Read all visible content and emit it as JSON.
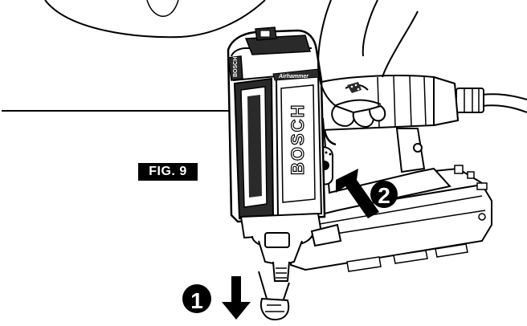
{
  "figure": {
    "label": "FIG. 9"
  },
  "tool": {
    "brand_body": "BOSCH",
    "brand_cap": "BOSCH",
    "model": "Airhammer"
  },
  "steps": [
    {
      "number": "1"
    },
    {
      "number": "2"
    }
  ],
  "colors": {
    "ink": "#000000",
    "paper": "#ffffff",
    "shade": "#2a2a2a",
    "label_bg": "#000000",
    "label_fg": "#ffffff"
  }
}
